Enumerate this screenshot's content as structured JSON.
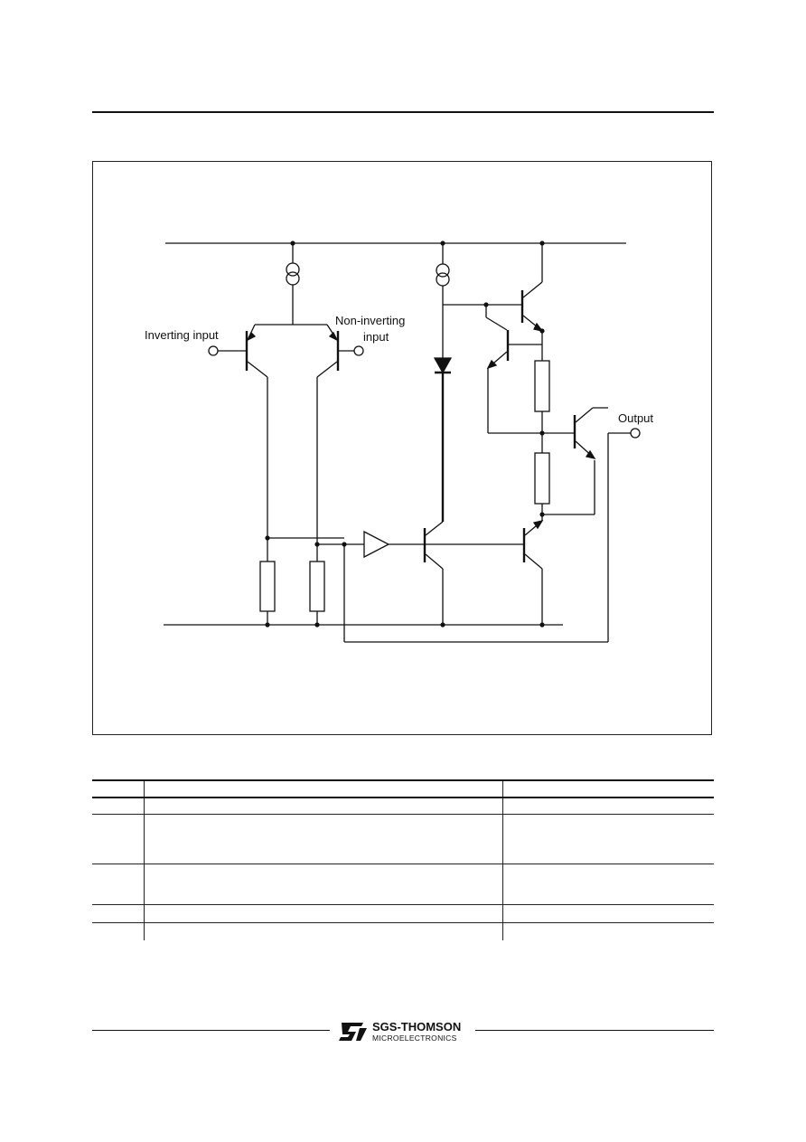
{
  "schematic": {
    "inverting_input_label": "Inverting input",
    "non_inverting_label_line1": "Non-inverting",
    "non_inverting_label_line2": "input",
    "output_label": "Output"
  },
  "table": {
    "rows": [
      {
        "c1": "",
        "c2": "",
        "c3": ""
      },
      {
        "c1": "",
        "c2": "",
        "c3": ""
      },
      {
        "c1": "",
        "c2": "",
        "c3": ""
      },
      {
        "c1": "",
        "c2": "",
        "c3": ""
      },
      {
        "c1": "",
        "c2": "",
        "c3": ""
      },
      {
        "c1": "",
        "c2": "",
        "c3": ""
      }
    ]
  },
  "footer": {
    "logo_name": "SGS-THOMSON",
    "logo_sub": "MICROELECTRONICS",
    "logo_icon": "st-logo-icon"
  }
}
